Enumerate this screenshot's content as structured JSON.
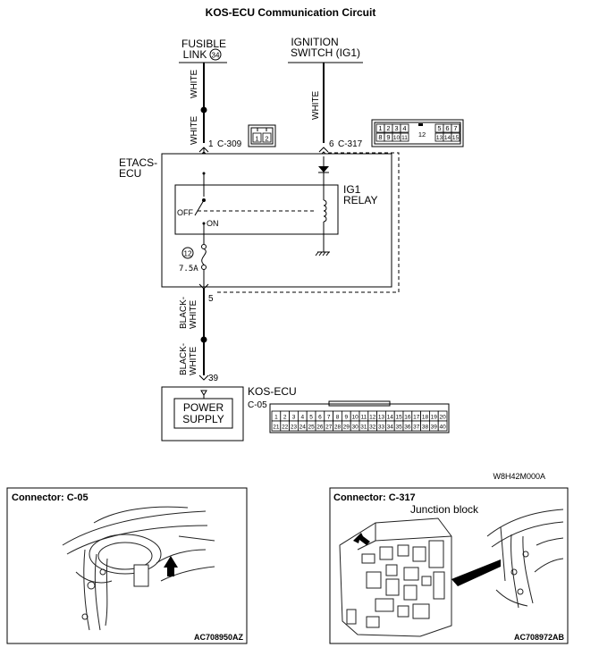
{
  "title": "KOS-ECU Communication Circuit",
  "sources": {
    "fusible_link_line1": "FUSIBLE",
    "fusible_link_line2": "LINK",
    "fusible_link_number": "34",
    "ignition_line1": "IGNITION",
    "ignition_line2": "SWITCH (IG1)"
  },
  "wire_colors": {
    "left_upper_1": "WHITE",
    "left_upper_2": "WHITE",
    "right_upper": "WHITE",
    "left_lower_1": "BLACK-WHITE",
    "left_lower_2": "BLACK-WHITE"
  },
  "pins": {
    "c309_pin": "1",
    "c309_connector": "C-309",
    "c317_pin": "6",
    "c317_connector": "C-317",
    "etacs_out_pin": "5",
    "kos_in_pin": "39"
  },
  "etacs": {
    "label_line1": "ETACS-",
    "label_line2": "ECU",
    "relay_line1": "IG1",
    "relay_line2": "RELAY",
    "switch_off": "OFF",
    "switch_on": "ON",
    "fuse_number": "12",
    "fuse_rating": "7.5A"
  },
  "kos": {
    "label": "KOS-ECU",
    "connector": "C-05",
    "power_line1": "POWER",
    "power_line2": "SUPPLY"
  },
  "connector_c309_pins": [
    "1",
    "2"
  ],
  "connector_c317_pins": {
    "row1": [
      "1",
      "2",
      "3",
      "4",
      "5",
      "6",
      "7"
    ],
    "row2": [
      "8",
      "9",
      "10",
      "11",
      "13",
      "14",
      "15"
    ],
    "center": "12"
  },
  "connector_c05_pins": {
    "row1": [
      "1",
      "2",
      "3",
      "4",
      "5",
      "6",
      "7",
      "8",
      "9",
      "10",
      "11",
      "12",
      "13",
      "14",
      "15",
      "16",
      "17",
      "18",
      "19",
      "20"
    ],
    "row2": [
      "21",
      "22",
      "23",
      "24",
      "25",
      "26",
      "27",
      "28",
      "29",
      "30",
      "31",
      "32",
      "33",
      "34",
      "35",
      "36",
      "37",
      "38",
      "39",
      "40"
    ]
  },
  "figure_code": "W8H42M000A",
  "panel_c05": {
    "title": "Connector: C-05",
    "code": "AC708950AZ"
  },
  "panel_c317": {
    "title": "Connector: C-317",
    "sublabel": "Junction block",
    "code": "AC708972AB"
  }
}
